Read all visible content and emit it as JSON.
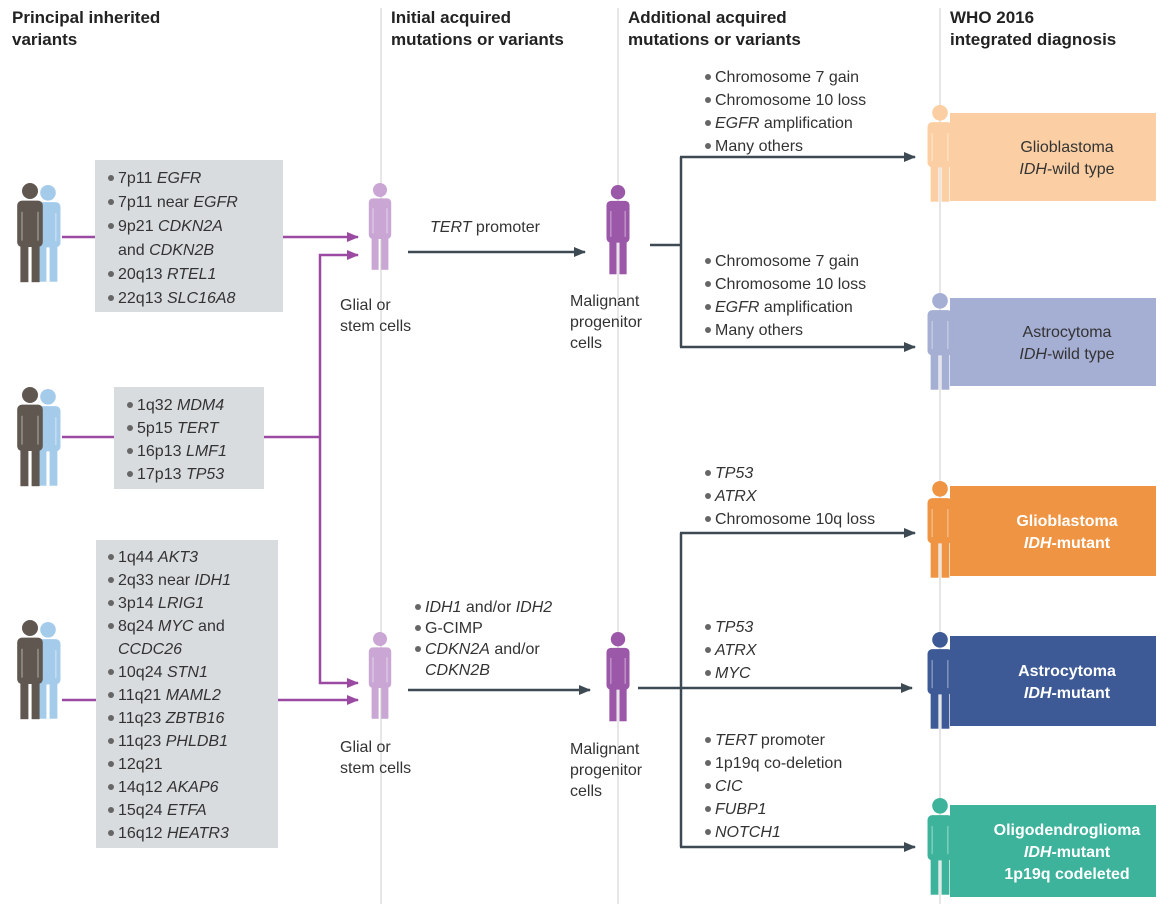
{
  "headers": {
    "col1": [
      "Principal inherited",
      "variants"
    ],
    "col2": [
      "Initial acquired",
      "mutations or variants"
    ],
    "col3": [
      "Additional acquired",
      "mutations or variants"
    ],
    "col4": [
      "WHO 2016",
      "integrated diagnosis"
    ]
  },
  "variant_boxes": [
    {
      "lines": [
        [
          {
            "t": "7p11 "
          },
          {
            "t": "EGFR",
            "i": true
          }
        ],
        [
          {
            "t": "7p11 near "
          },
          {
            "t": "EGFR",
            "i": true
          }
        ],
        [
          {
            "t": "9p21 "
          },
          {
            "t": "CDKN2A",
            "i": true
          }
        ],
        [
          {
            "t": "and "
          },
          {
            "t": "CDKN2B",
            "i": true
          }
        ],
        [
          {
            "t": "20q13 "
          },
          {
            "t": "RTEL1",
            "i": true
          }
        ],
        [
          {
            "t": "22q13 "
          },
          {
            "t": "SLC16A8",
            "i": true
          }
        ]
      ],
      "bullets": [
        true,
        true,
        true,
        false,
        true,
        true
      ]
    },
    {
      "lines": [
        [
          {
            "t": "1q32 "
          },
          {
            "t": "MDM4",
            "i": true
          }
        ],
        [
          {
            "t": "5p15 "
          },
          {
            "t": "TERT",
            "i": true
          }
        ],
        [
          {
            "t": "16p13 "
          },
          {
            "t": "LMF1",
            "i": true
          }
        ],
        [
          {
            "t": "17p13 "
          },
          {
            "t": "TP53",
            "i": true
          }
        ]
      ],
      "bullets": [
        true,
        true,
        true,
        true
      ]
    },
    {
      "lines": [
        [
          {
            "t": "1q44 "
          },
          {
            "t": "AKT3",
            "i": true
          }
        ],
        [
          {
            "t": "2q33 near "
          },
          {
            "t": "IDH1",
            "i": true
          }
        ],
        [
          {
            "t": "3p14 "
          },
          {
            "t": "LRIG1",
            "i": true
          }
        ],
        [
          {
            "t": "8q24 "
          },
          {
            "t": "MYC",
            "i": true
          },
          {
            "t": " and"
          }
        ],
        [
          {
            "t": "CCDC26",
            "i": true
          }
        ],
        [
          {
            "t": "10q24 "
          },
          {
            "t": "STN1",
            "i": true
          }
        ],
        [
          {
            "t": "11q21 "
          },
          {
            "t": "MAML2",
            "i": true
          }
        ],
        [
          {
            "t": "11q23 "
          },
          {
            "t": "ZBTB16",
            "i": true
          }
        ],
        [
          {
            "t": "11q23 "
          },
          {
            "t": "PHLDB1",
            "i": true
          }
        ],
        [
          {
            "t": "12q21"
          }
        ],
        [
          {
            "t": "14q12 "
          },
          {
            "t": "AKAP6",
            "i": true
          }
        ],
        [
          {
            "t": "15q24 "
          },
          {
            "t": "ETFA",
            "i": true
          }
        ],
        [
          {
            "t": "16q12 "
          },
          {
            "t": "HEATR3",
            "i": true
          }
        ]
      ],
      "bullets": [
        true,
        true,
        true,
        true,
        false,
        true,
        true,
        true,
        true,
        true,
        true,
        true,
        true
      ]
    }
  ],
  "cell_labels": {
    "glial_top": [
      "Glial or",
      "stem cells"
    ],
    "glial_bottom": [
      "Glial or",
      "stem cells"
    ],
    "malignant_top": [
      "Malignant",
      "progenitor",
      "cells"
    ],
    "malignant_bottom": [
      "Malignant",
      "progenitor",
      "cells"
    ]
  },
  "initial_mutations": {
    "top": [
      [
        {
          "t": "TERT",
          "i": true
        },
        {
          "t": " promoter"
        }
      ]
    ],
    "bottom": {
      "lines": [
        [
          {
            "t": "IDH1",
            "i": true
          },
          {
            "t": " and/or "
          },
          {
            "t": "IDH2",
            "i": true
          }
        ],
        [
          {
            "t": "G-CIMP"
          }
        ],
        [
          {
            "t": "CDKN2A",
            "i": true
          },
          {
            "t": " and/or"
          }
        ],
        [
          {
            "t": "CDKN2B",
            "i": true
          }
        ]
      ],
      "bullets": [
        true,
        true,
        true,
        false
      ]
    }
  },
  "additional_mutations": [
    [
      [
        {
          "t": "Chromosome 7 gain"
        }
      ],
      [
        {
          "t": "Chromosome 10 loss"
        }
      ],
      [
        {
          "t": "EGFR",
          "i": true
        },
        {
          "t": " amplification"
        }
      ],
      [
        {
          "t": "Many others"
        }
      ]
    ],
    [
      [
        {
          "t": "Chromosome 7 gain"
        }
      ],
      [
        {
          "t": "Chromosome 10 loss"
        }
      ],
      [
        {
          "t": "EGFR",
          "i": true
        },
        {
          "t": " amplification"
        }
      ],
      [
        {
          "t": "Many others"
        }
      ]
    ],
    [
      [
        {
          "t": "TP53",
          "i": true
        }
      ],
      [
        {
          "t": "ATRX",
          "i": true
        }
      ],
      [
        {
          "t": "Chromosome 10q loss"
        }
      ]
    ],
    [
      [
        {
          "t": "TP53",
          "i": true
        }
      ],
      [
        {
          "t": "ATRX",
          "i": true
        }
      ],
      [
        {
          "t": "MYC",
          "i": true
        }
      ]
    ],
    [
      [
        {
          "t": "TERT",
          "i": true
        },
        {
          "t": " promoter"
        }
      ],
      [
        {
          "t": "1p19q co-deletion"
        }
      ],
      [
        {
          "t": "CIC",
          "i": true
        }
      ],
      [
        {
          "t": "FUBP1",
          "i": true
        }
      ],
      [
        {
          "t": "NOTCH1",
          "i": true
        }
      ]
    ]
  ],
  "diagnoses": [
    {
      "lines": [
        [
          {
            "t": "Glioblastoma"
          }
        ],
        [
          {
            "t": "IDH",
            "i": true
          },
          {
            "t": "-wild type"
          }
        ]
      ],
      "bold": false,
      "box_color": "#fbcfa3",
      "person_color": "#fbcfa3",
      "text_color": "#333333"
    },
    {
      "lines": [
        [
          {
            "t": "Astrocytoma"
          }
        ],
        [
          {
            "t": "IDH",
            "i": true
          },
          {
            "t": "-wild type"
          }
        ]
      ],
      "bold": false,
      "box_color": "#a5aed3",
      "person_color": "#a5aed3",
      "text_color": "#333333"
    },
    {
      "lines": [
        [
          {
            "t": "Glioblastoma"
          }
        ],
        [
          {
            "t": "IDH",
            "i": true
          },
          {
            "t": "-mutant"
          }
        ]
      ],
      "bold": true,
      "box_color": "#ef9443",
      "person_color": "#ef9443",
      "text_color": "#ffffff"
    },
    {
      "lines": [
        [
          {
            "t": "Astrocytoma"
          }
        ],
        [
          {
            "t": "IDH",
            "i": true
          },
          {
            "t": "-mutant"
          }
        ]
      ],
      "bold": true,
      "box_color": "#3d5a96",
      "person_color": "#3d5a96",
      "text_color": "#ffffff"
    },
    {
      "lines": [
        [
          {
            "t": "Oligodendroglioma"
          }
        ],
        [
          {
            "t": "IDH",
            "i": true
          },
          {
            "t": "-mutant"
          }
        ],
        [
          {
            "t": "1p19q codeleted"
          }
        ]
      ],
      "bold": true,
      "box_color": "#3db39b",
      "person_color": "#3db39b",
      "text_color": "#ffffff"
    }
  ],
  "colors": {
    "inherited_arrow": "#9b4aa1",
    "flow_arrow": "#3e4a53",
    "variant_box": "#d9dcdf",
    "glial_cell": "#c9a6d3",
    "malignant_cell": "#9b58a8",
    "person_dark": "#605850",
    "person_light": "#a5cbeb",
    "divider": "#cccccc"
  },
  "icons": [
    "person-pair-icon",
    "glial-cell-icon",
    "malignant-cell-icon",
    "diagnosis-person-icon"
  ]
}
